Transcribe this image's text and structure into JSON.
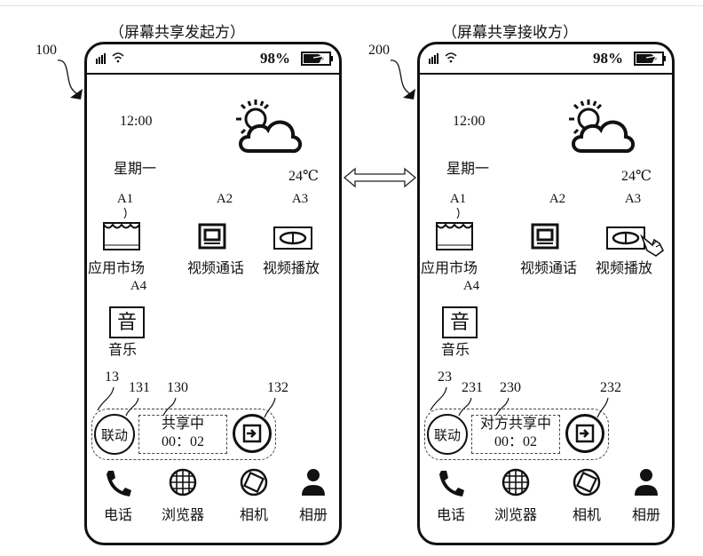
{
  "arrow": {
    "icon": "double-arrow-icon"
  },
  "phones": [
    {
      "title": "（屏幕共享发起方）",
      "ref": "100",
      "status": {
        "battery": "98%"
      },
      "time": "12:00",
      "weekday": "星期一",
      "temperature": "24℃",
      "apps": [
        {
          "ref": "A1",
          "label": "应用市场"
        },
        {
          "ref": "A2",
          "label": "视频通话"
        },
        {
          "ref": "A3",
          "label": "视频播放"
        },
        {
          "ref": "A4",
          "label": "音乐",
          "glyph": "音"
        }
      ],
      "share_bar": {
        "ref_bar": "13",
        "ref_link": "131",
        "ref_status": "130",
        "ref_exit": "132",
        "link_label": "联动",
        "status_label": "共享中",
        "timer": "00：02"
      },
      "dock": [
        {
          "label": "电话"
        },
        {
          "label": "浏览器"
        },
        {
          "label": "相机"
        },
        {
          "label": "相册"
        }
      ],
      "pointer": false
    },
    {
      "title": "（屏幕共享接收方）",
      "ref": "200",
      "status": {
        "battery": "98%"
      },
      "time": "12:00",
      "weekday": "星期一",
      "temperature": "24℃",
      "apps": [
        {
          "ref": "A1",
          "label": "应用市场"
        },
        {
          "ref": "A2",
          "label": "视频通话"
        },
        {
          "ref": "A3",
          "label": "视频播放"
        },
        {
          "ref": "A4",
          "label": "音乐",
          "glyph": "音"
        }
      ],
      "share_bar": {
        "ref_bar": "23",
        "ref_link": "231",
        "ref_status": "230",
        "ref_exit": "232",
        "link_label": "联动",
        "status_label": "对方共享中",
        "timer": "00：02"
      },
      "dock": [
        {
          "label": "电话"
        },
        {
          "label": "浏览器"
        },
        {
          "label": "相机"
        },
        {
          "label": "相册"
        }
      ],
      "pointer": true
    }
  ]
}
